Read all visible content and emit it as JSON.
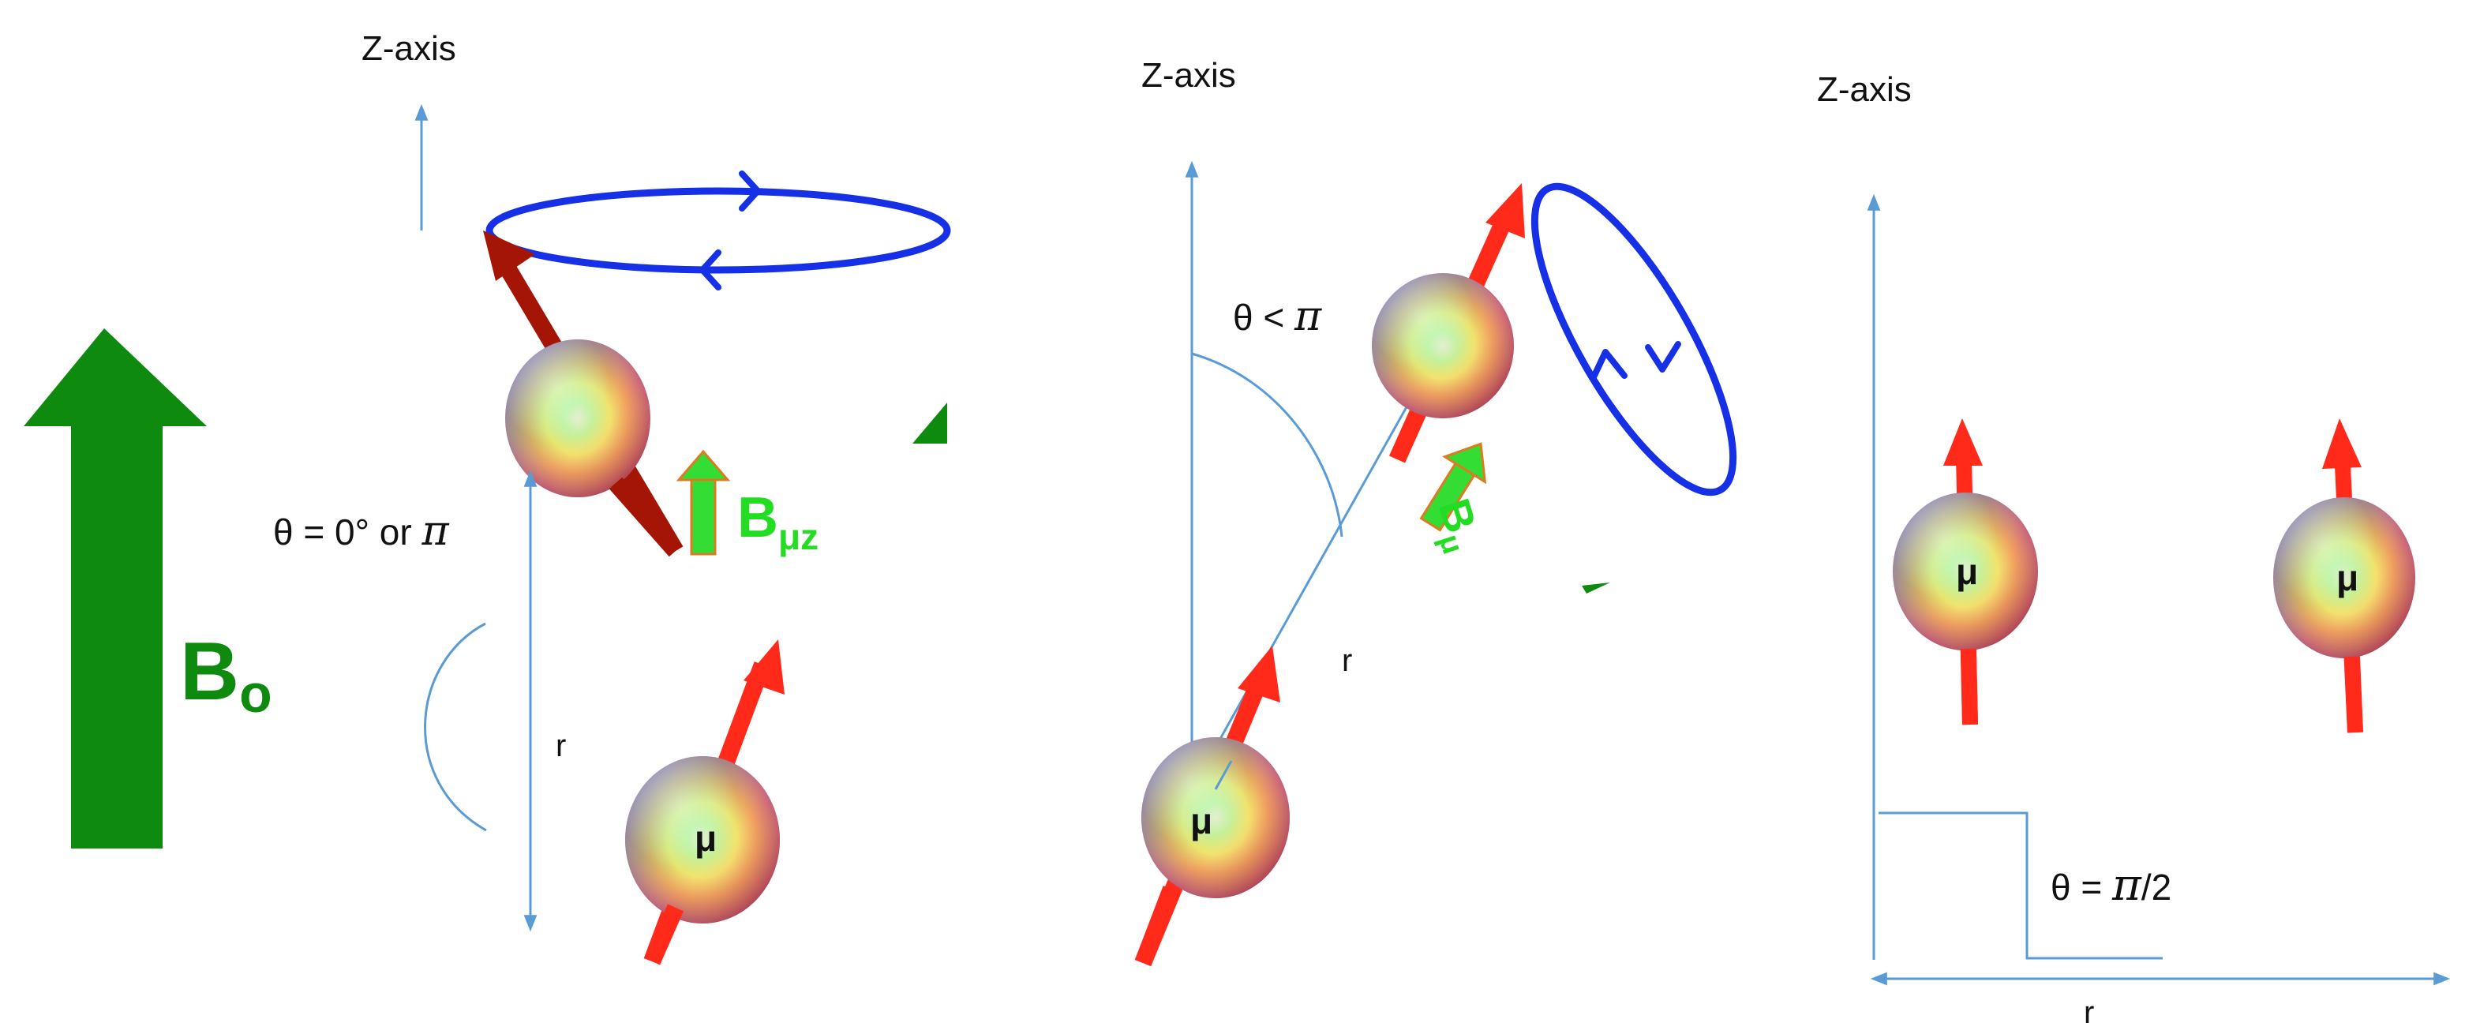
{
  "colors": {
    "axis": "#5b9bd5",
    "moment_dark": "#b01808",
    "moment_bright": "#ff2a1a",
    "loop": "#1530e6",
    "field_green": "#0e8a0e",
    "field_light": "#33dd33"
  },
  "field": {
    "label": "B",
    "subscript": "o"
  },
  "panel_left": {
    "axis_label": "Z-axis",
    "angle_label_prefix": "θ = 0° or ",
    "angle_label_pi": "π",
    "distance_label": "r",
    "dipole_field_label": "B",
    "dipole_field_subscript": "μz",
    "moment_symbol": "μ"
  },
  "panel_middle": {
    "axis_label": "Z-axis",
    "angle_label_prefix": "θ < ",
    "angle_label_pi": "π",
    "distance_label": "r",
    "dipole_field_label": "B",
    "dipole_field_subscript": "μ",
    "moment_symbol": "μ"
  },
  "panel_right": {
    "axis_label": "Z-axis",
    "angle_label_prefix": "θ = ",
    "angle_label_pi": "π",
    "angle_label_suffix": "/2",
    "distance_label": "r",
    "moment_symbol_1": "μ",
    "moment_symbol_2": "μ"
  }
}
